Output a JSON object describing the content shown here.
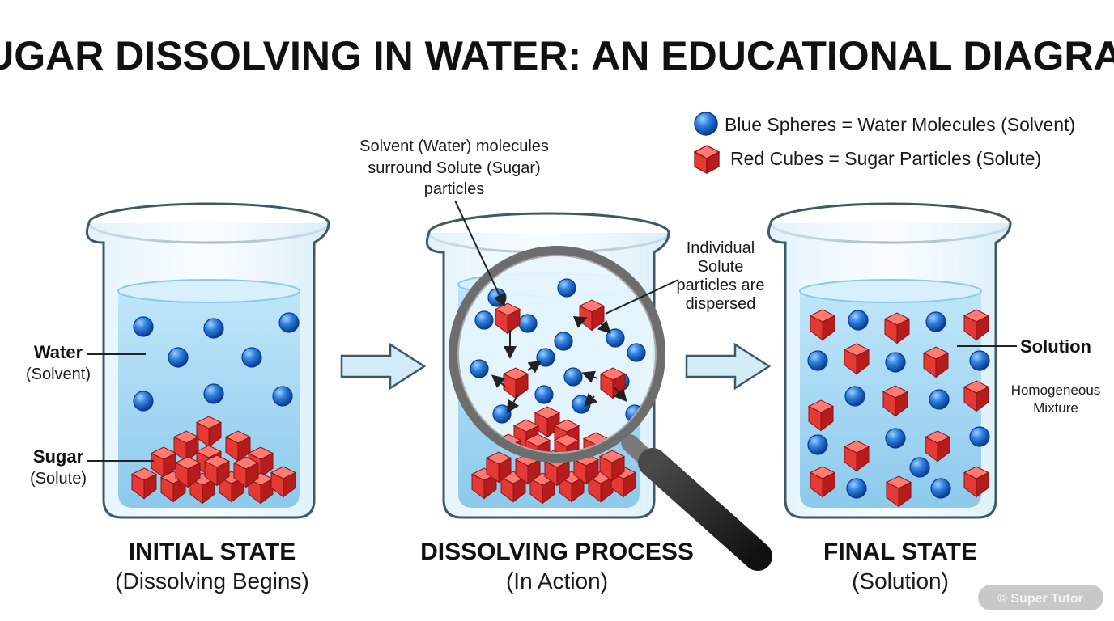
{
  "title": "SUGAR DISSOLVING IN WATER: AN EDUCATIONAL DIAGRAM",
  "legend": {
    "water": "Blue Spheres = Water Molecules (Solvent)",
    "sugar": "Red Cubes = Sugar Particles (Solute)"
  },
  "callouts": {
    "surround": [
      "Solvent (Water) molecules",
      "surround Solute (Sugar)",
      "particles"
    ],
    "dispersed": [
      "Individual",
      "Solute",
      "particles are",
      "dispersed"
    ]
  },
  "labels": {
    "water": "Water",
    "water_sub": "(Solvent)",
    "sugar": "Sugar",
    "sugar_sub": "(Solute)",
    "solution": "Solution",
    "homogeneous": [
      "Homogeneous",
      "Mixture"
    ]
  },
  "states": {
    "initial": {
      "title": "INITIAL STATE",
      "sub": "(Dissolving Begins)"
    },
    "process": {
      "title": "DISSOLVING PROCESS",
      "sub": "(In Action)"
    },
    "final": {
      "title": "FINAL STATE",
      "sub": "(Solution)"
    }
  },
  "watermark": "© Super Tutor",
  "colors": {
    "water_molecule": "#1f6fd6",
    "sugar_cube": "#e53935",
    "liquid": "#9fd3f0",
    "glass_outline": "#3f5866"
  }
}
